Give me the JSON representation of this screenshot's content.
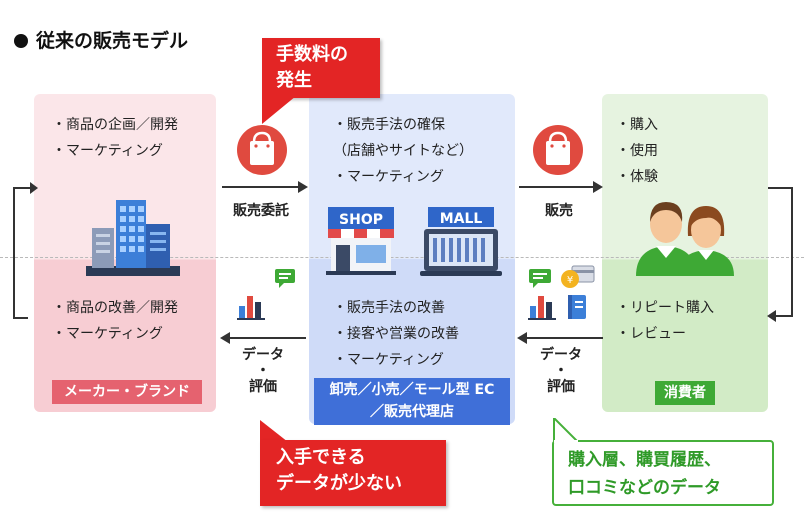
{
  "title": "従来の販売モデル",
  "maker": {
    "top_items": [
      "・商品の企画／開発",
      "・マーケティング"
    ],
    "bottom_items": [
      "・商品の改善／開発",
      "・マーケティング"
    ],
    "label": "メーカー・ブランド"
  },
  "middle": {
    "top_items": [
      "・販売手法の確保",
      "（店舗やサイトなど）",
      "・マーケティング"
    ],
    "bottom_items": [
      "・販売手法の改善",
      "・接客や営業の改善",
      "・マーケティング"
    ],
    "label_line1": "卸売／小売／モール型 EC",
    "label_line2": "／販売代理店",
    "shop_sign": "SHOP",
    "mall_sign": "MALL"
  },
  "consumer": {
    "top_items": [
      "・購入",
      "・使用",
      "・体験"
    ],
    "bottom_items": [
      "・リピート購入",
      "・レビュー"
    ],
    "label": "消費者"
  },
  "arrows": {
    "consign": "販売委託",
    "sell": "販売",
    "data_left_1": "データ",
    "data_left_2": "・",
    "data_left_3": "評価",
    "data_right_1": "データ",
    "data_right_2": "・",
    "data_right_3": "評価"
  },
  "callouts": {
    "fee_line1": "手数料の",
    "fee_line2": "発生",
    "data_line1": "入手できる",
    "data_line2": "データが少ない",
    "green_line1": "購入層、購買履歴、",
    "green_line2": "口コミなどのデータ"
  },
  "colors": {
    "red": "#e32525",
    "green": "#46b03a",
    "blue": "#3f6fd8",
    "pink": "#e5626f"
  },
  "icons": [
    "shopping-bag-icon",
    "office-building-icon",
    "shop-icon",
    "mall-icon",
    "people-icon",
    "chat-icon",
    "bar-chart-icon",
    "payment-icon",
    "notebook-icon"
  ]
}
